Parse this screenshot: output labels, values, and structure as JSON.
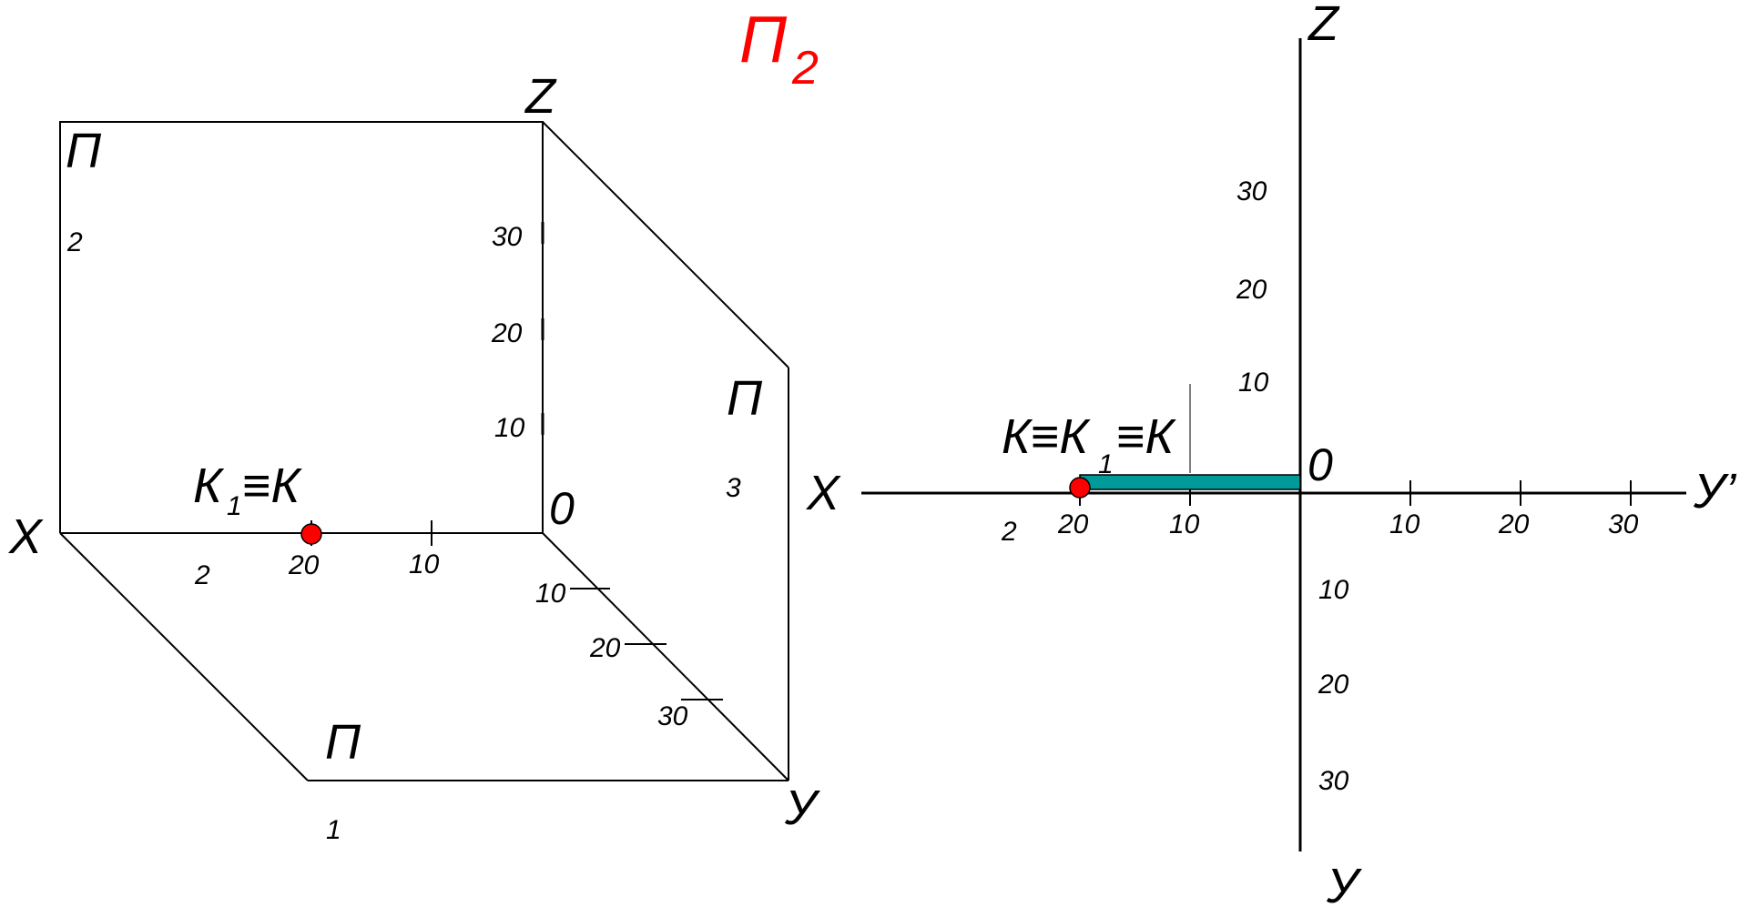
{
  "title": {
    "text": "П",
    "sub": "2",
    "color": "#ff0000"
  },
  "iso": {
    "z_label": "Z",
    "x_label": "X",
    "y_label": "У",
    "origin": "0",
    "plane_v": {
      "text": "П",
      "sub": "2"
    },
    "plane_w": {
      "text": "П",
      "sub": "3"
    },
    "plane_h": {
      "text": "П",
      "sub": "1"
    },
    "z_ticks": [
      "30",
      "20",
      "10"
    ],
    "x_ticks": {
      "t20": "20",
      "t10": "10",
      "sub2": "2"
    },
    "y_ticks": [
      "10",
      "20",
      "30"
    ],
    "point_label": {
      "k": "К",
      "sub": "1",
      "rest": "≡К"
    }
  },
  "ortho": {
    "z_label": "Z",
    "x_label": "X",
    "y1_label": "У’",
    "y2_label": "У",
    "origin": "0",
    "z_ticks": [
      "30",
      "20",
      "10"
    ],
    "x_ticks": {
      "t20": "20",
      "t10": "10",
      "sub2": "2"
    },
    "y1_ticks": [
      "10",
      "20",
      "30"
    ],
    "y2_ticks": [
      "10",
      "20",
      "30"
    ],
    "point_label": {
      "a": "К≡К",
      "sub": "1",
      "b": "≡К"
    }
  },
  "colors": {
    "point": "#ff0000",
    "bar": "#009a9a"
  }
}
